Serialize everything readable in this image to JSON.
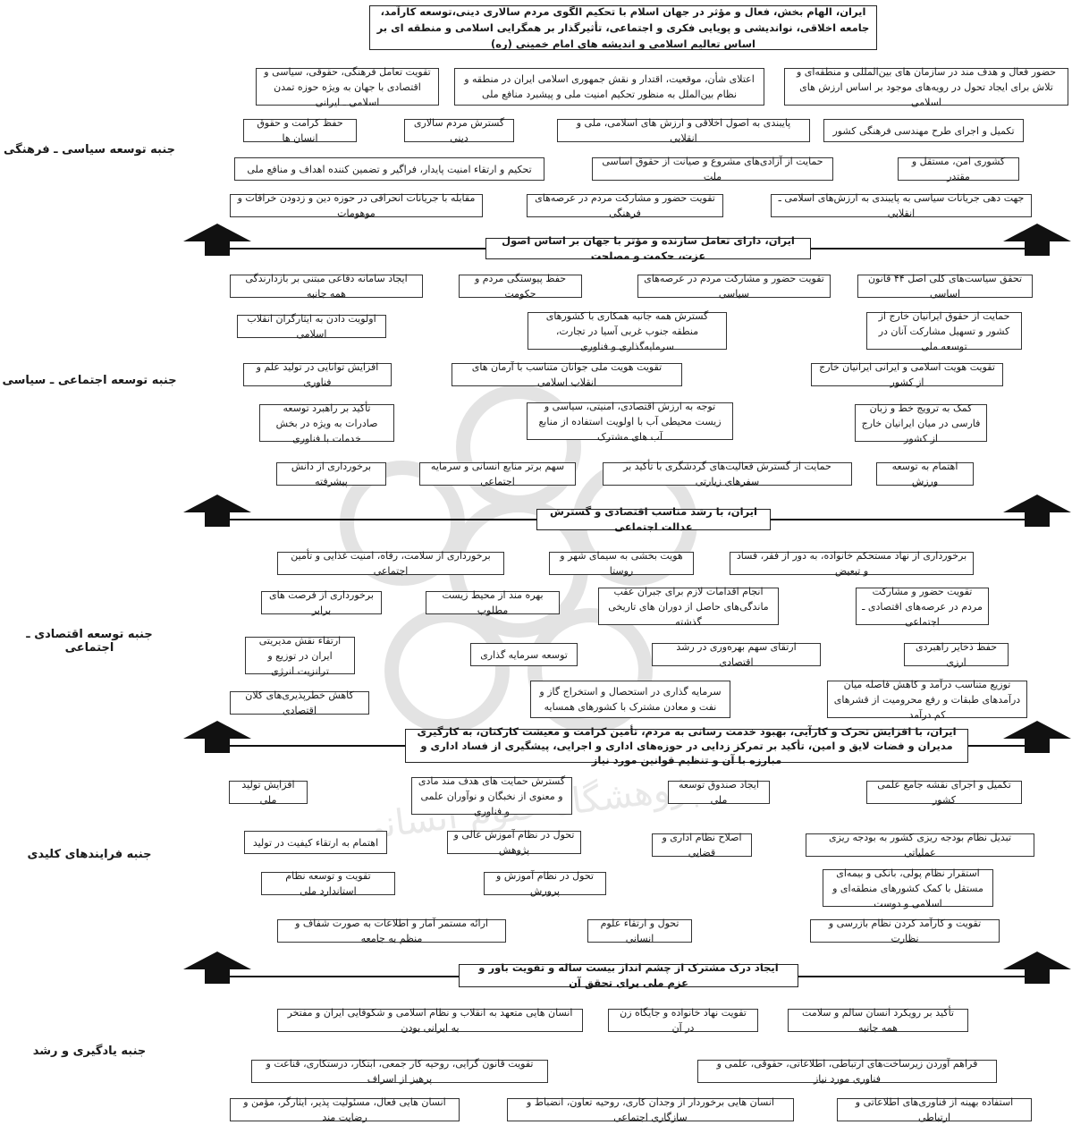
{
  "top_vision": "ایران، الهام بخش، فعال و مؤثر در جهان اسلام با تحکیم الگوی مردم سالاری دینی،توسعه کارآمد، جامعه اخلاقی، نواندیشی و پویایی فکری و اجتماعی، تأثیرگذار بر همگرایی اسلامی و منطقه ای بر اساس تعالیم اسلامی و اندیشه های امام خمینی (ره)",
  "sections": [
    {
      "title": "جنبه توسعه سیاسی ـ فرهنگی",
      "goal": "ایران، دارای تعامل سازنده و مؤثر با جهان بر اساس اصول عزت، حکمت و مصلحت",
      "items": [
        "حضور فعال و هدف مند در سازمان های بین‌المللی و منطقه‌ای و تلاش برای ایجاد تحول در رویه‌های موجود بر اساس ارزش های اسلامی",
        "اعتلای شأن، موقعیت، اقتدار و نقش جمهوری اسلامی ایران در منطقه و نظام بین‌الملل به منظور تحکیم امنیت ملی و پیشبرد منافع ملی",
        "تقویت تعامل فرهنگی، حقوقی، سیاسی و اقتصادی با جهان به ویژه حوزه تمدن اسلامی ـ ایرانی",
        "تکمیل و اجرای طرح مهندسی فرهنگی کشور",
        "پایبندی به اصول اخلاقی و ارزش های اسلامی، ملی و انقلابی",
        "گسترش مردم سالاری دینی",
        "حفظ کرامت و حقوق انسان ها",
        "کشوری امن، مستقل و مقتدر",
        "حمایت از آزادی‌های مشروع و صیانت از حقوق اساسی ملت",
        "تحکیم و ارتقاء امنیت پایدار، فراگیر و تضمین کننده اهداف و منافع ملی",
        "جهت دهی جریانات سیاسی به پایبندی به ارزش‌های اسلامی ـ انقلابی",
        "تقویت حضور و مشارکت مردم در عرصه‌های فرهنگی",
        "مقابله با جریانات انحرافی در حوزه دین و زدودن خرافات و موهومات"
      ]
    },
    {
      "title": "جنبه توسعه اجتماعی ـ سیاسی",
      "goal": "ایران، با رشد مناسب اقتصادی و گسترش عدالت اجتماعی",
      "items": [
        "تحقق سیاست‌های کلی اصل ۴۴ قانون اساسی",
        "تقویت حضور و مشارکت مردم در عرصه‌های سیاسی",
        "حفظ پیوستگی مردم و حکومت",
        "ایجاد سامانه دفاعی مبتنی بر بازدارندگی همه جانبه",
        "حمایت از حقوق ایرانیان خارج از کشور و تسهیل مشارکت آنان در توسعه ملی",
        "گسترش همه جانبه همکاری با کشورهای منطقه جنوب غربی آسیا در تجارت، سرمایه‌گذاری و فناوری",
        "اولویت دادن به ایثارگران انقلاب اسلامی",
        "تقویت هویت اسلامی و ایرانی ایرانیان خارج از کشور",
        "تقویت هویت ملی جوانان متناسب با آرمان های انقلاب اسلامی",
        "افزایش توانایی در تولید علم و فناوری",
        "کمک به ترویج خط و زبان فارسی در میان ایرانیان خارج از کشور",
        "توجه به ارزش اقتصادی، امنیتی، سیاسی و زیست محیطی آب با اولویت استفاده از منابع آب های مشترک",
        "تأکید بر راهبرد توسعه صادرات به ویژه در بخش خدمات با فناوری",
        "اهتمام به توسعه ورزش",
        "حمایت از گسترش فعالیت‌های گردشگری با تأکید بر سفرهای زیارتی",
        "سهم برتر منابع انسانی و سرمایه اجتماعی",
        "برخورداری از دانش پیشرفته"
      ]
    },
    {
      "title": "جنبه توسعه اقتصادی ـ اجتماعی",
      "goal": "ایران، با افزایش تحرک و کارآیی، بهبود خدمت رسانی به مردم، تأمین کرامت و معیشت کارکنان، به کارگیری مدیران و فضات لایق و امین، تأکید بر تمرکز زدایی در حوزه‌های اداری و اجرایی، پیشگیری از فساد اداری و مبارزه با آن و تنظیم قوانین مورد نیاز",
      "items": [
        "برخورداری از نهاد مستحکم خانواده، به دور از فقر، فساد و تبعیض",
        "هویت بخشی به سیمای شهر و روستا",
        "برخورداری از سلامت، رفاه، امنیت غذایی و تأمین اجتماعی",
        "تقویت حضور و مشارکت مردم در عرصه‌های اقتصادی ـ اجتماعی",
        "انجام اقدامات لازم برای جبران عقب ماندگی‌های حاصل از دوران های تاریخی گذشته",
        "بهره مند از محیط زیست مطلوب",
        "برخورداری از فرصت های برابر",
        "حفظ ذخایر راهبردی ارزی",
        "ارتقای سهم بهره‌وری در رشد اقتصادی",
        "توسعه سرمایه گذاری",
        "ارتقاء نقش مدیریتی ایران در توزیع و ترانزیت انرژی",
        "توزیع متناسب درآمد و کاهش فاصله میان درآمدهای طبقات و رفع محرومیت از قشرهای کم درآمد",
        "سرمایه گذاری در استحصال و استخراج گاز و نفت و معادن مشترک با کشورهای همسایه",
        "کاهش خطرپذیری‌های کلان اقتصادی"
      ]
    },
    {
      "title": "جنبه فرایندهای کلیدی",
      "goal": "ایجاد درک مشترک از چشم انداز بیست ساله و تقویت باور و عزم ملی برای تحقق آن",
      "items": [
        "تکمیل و اجرای نقشه جامع علمی کشور",
        "ایجاد صندوق توسعه ملی",
        "گسترش حمایت های هدف مند مادی و معنوی از نخبگان و نوآوران علمی و فناوری",
        "افزایش تولید ملی",
        "تبدیل نظام بودجه ریزی کشور به بودجه ریزی عملیاتی",
        "اصلاح نظام اداری و قضایی",
        "تحول در نظام آموزش عالی و پژوهش",
        "اهتمام به ارتقاء کیفیت در تولید",
        "استقرار نظام پولی، بانکی و بیمه‌ای مستقل با کمک کشورهای منطقه‌ای و اسلامی و دوست",
        "تحول در نظام آموزش و پرورش",
        "تقویت و توسعه نظام استاندارد ملی",
        "تقویت و کارآمد کردن نظام بازرسی و نظارت",
        "تحول و ارتقاء علوم انسانی",
        "ارائه مستمر آمار و اطلاعات به صورت شفاف و منظم به جامعه"
      ]
    },
    {
      "title": "جنبه یادگیری و رشد",
      "items": [
        "تأکید بر رویکرد انسان سالم و سلامت همه جانبه",
        "تقویت نهاد خانواده و جایگاه زن در آن",
        "انسان هایی متعهد به انقلاب و نظام اسلامی و شکوفایی ایران و مفتخر به ایرانی بودن",
        "فراهم آوردن زیرساخت‌های ارتباطی، اطلاعاتی، حقوقی، علمی و فناوری مورد نیاز",
        "تقویت قانون گرایی، روحیه کار جمعی، ابتکار، درستکاری، قناعت و پرهیز از اسراف",
        "استفاده بهینه از فناوری‌های اطلاعاتی و ارتباطی",
        "انسان هایی برخوردار از وجدان کاری، روحیه تعاون، انضباط و سازگاری اجتماعی",
        "انسان هایی فعال، مسئولیت پذیر، ایثارگر، مؤمن و رضایت مند"
      ]
    }
  ]
}
